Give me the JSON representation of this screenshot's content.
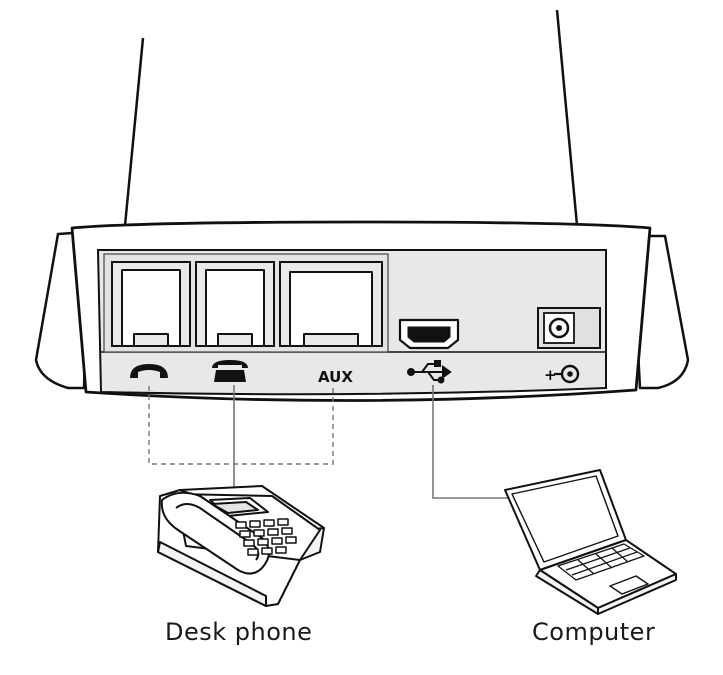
{
  "device": {
    "port_labels": {
      "aux": "AUX",
      "power": "+"
    },
    "icons": [
      "handset-icon",
      "desk-phone-icon",
      "usb-icon",
      "power-dc-icon"
    ]
  },
  "devices": {
    "desk_phone": {
      "label": "Desk phone",
      "icon": "desk-phone-illustration"
    },
    "computer": {
      "label": "Computer",
      "icon": "laptop-illustration"
    }
  },
  "colors": {
    "outline": "#111111",
    "panel": "#e8e8e8",
    "connector_line": "#777777"
  }
}
